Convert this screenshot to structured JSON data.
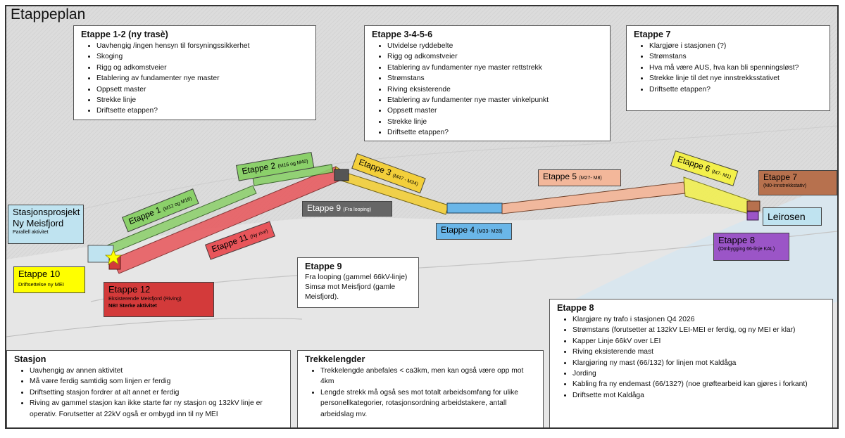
{
  "title": "Etappeplan",
  "boxes": {
    "e12": {
      "heading": "Etappe 1-2 (ny trasè)",
      "items": [
        "Uavhengig /ingen hensyn til forsyningssikkerhet",
        "Skoging",
        "Rigg og adkomstveier",
        "Etablering av fundamenter nye master",
        "Oppsett master",
        "Strekke linje",
        "Driftsette etappen?"
      ]
    },
    "e3456": {
      "heading": "Etappe 3-4-5-6",
      "items": [
        "Utvidelse ryddebelte",
        "Rigg og adkomstveier",
        "Etablering av fundamenter nye master rettstrekk",
        "Strømstans",
        "Riving eksisterende",
        "Etablering av fundamenter nye master vinkelpunkt",
        "Oppsett master",
        "Strekke linje",
        "Driftsette etappen?"
      ]
    },
    "e7": {
      "heading": "Etappe 7",
      "items": [
        "Klargjøre i stasjonen (?)",
        "Strømstans",
        "Hva må være AUS, hva kan bli spenningsløst?",
        "Strekke linje til det nye innstrekksstativet",
        "Driftsette etappen?"
      ]
    },
    "e9": {
      "heading": "Etappe 9",
      "text": "Fra looping (gammel 66kV-linje) Simsø mot Meisfjord (gamle Meisfjord)."
    },
    "e8": {
      "heading": "Etappe 8",
      "items": [
        "Klargjøre ny trafo i stasjonen Q4 2026",
        "Strømstans (forutsetter at  132kV LEI-MEI er ferdig, og ny MEI er klar)",
        "Kapper Linje 66kV over LEI",
        "Riving eksisterende mast",
        "Klargjøring ny mast (66/132) for linjen mot Kaldåga",
        "Jording",
        "Kabling fra ny endemast (66/132?) (noe grøftearbeid kan gjøres i forkant)",
        "Driftsette mot Kaldåga"
      ]
    },
    "stasjon": {
      "heading": "Stasjon",
      "items": [
        "Uavhengig av annen aktivitet",
        "Må være ferdig samtidig som linjen er ferdig",
        "Driftsetting stasjon fordrer at alt annet er ferdig",
        "Riving av gammel stasjon kan ikke starte før ny stasjon og 132kV linje er operativ. Forutsetter at 22kV også er ombygd inn til ny MEI"
      ]
    },
    "trekk": {
      "heading": "Trekkelengder",
      "items": [
        "Trekkelengde anbefales < ca3km, men kan også være opp mot 4km",
        "Lengde strekk må også ses mot totalt arbeidsomfang for ulike personellkategorier, rotasjonsordning arbeidstakere, antall arbeidslag mv."
      ]
    }
  },
  "labels": {
    "stasjonsprosjekt_l1": "Stasjonsprosjekt",
    "stasjonsprosjekt_l2": "Ny Meisfjord",
    "stasjonsprosjekt_sub": "Parallell aktivitet",
    "etappe1": "Etappe 1",
    "etappe1_sub": "(M12 og M16)",
    "etappe2": "Etappe 2",
    "etappe2_sub": "(M16 og M40)",
    "etappe3": "Etappe 3",
    "etappe3_sub": "(M47 - M34)",
    "etappe4": "Etappe 4",
    "etappe4_sub": "(M33- M28)",
    "etappe5": "Etappe 5",
    "etappe5_sub": "(M27- M8)",
    "etappe6": "Etappe 6",
    "etappe6_sub": "(M7- M1)",
    "etappe7": "Etappe 7",
    "etappe7_sub": "(M0-innstrekkstativ)",
    "etappe8": "Etappe 8",
    "etappe8_sub": "(Ombygging 66-linje KAL)",
    "etappe9": "Etappe 9",
    "etappe9_sub": "(Fra looping)",
    "etappe10": "Etappe 10",
    "etappe10_sub": "Driftsettelse ny MEI",
    "etappe11": "Etappe 11",
    "etappe11_sub": "(Ny rive)",
    "etappe12": "Etappe 12",
    "etappe12_sub1": "Eksisterende Meisfjord (Riving)",
    "etappe12_sub2": "NB! Sterke aktivitet",
    "leirosen": "Leirosen"
  },
  "colors": {
    "green": "#8bd06a",
    "red": "#e8555a",
    "yellow": "#f3cf3a",
    "blue": "#6ab6e8",
    "salmon": "#f3b79a",
    "brown": "#b7714e",
    "purple": "#9b55c7",
    "lightblue": "#bfe3f0",
    "gray": "#666666",
    "brightyellow": "#ffff00",
    "darkred": "#d33a3a"
  }
}
